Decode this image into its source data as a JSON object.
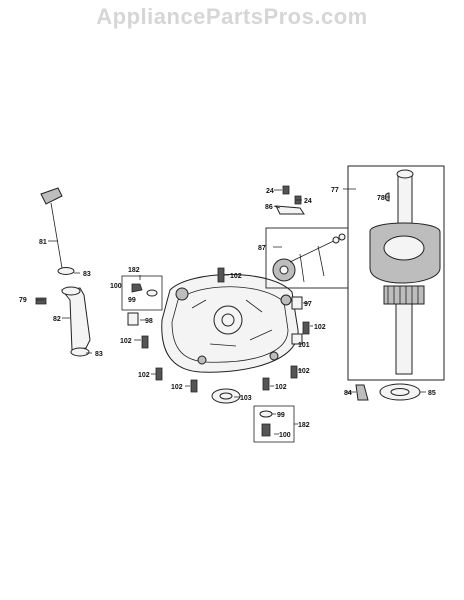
{
  "watermark": "AppliancePartsPros.com",
  "labels": {
    "p24a": "24",
    "p24b": "24",
    "p86": "86",
    "p77": "77",
    "p78": "78",
    "p81": "81",
    "p83a": "83",
    "p83b": "83",
    "p79": "79",
    "p82": "82",
    "p87": "87",
    "p182a": "182",
    "p100a": "100",
    "p99a": "99",
    "p102a": "102",
    "p97": "97",
    "p98": "98",
    "p102b": "102",
    "p102c": "102",
    "p101": "101",
    "p102d": "102",
    "p102e": "102",
    "p102f": "102",
    "p103": "103",
    "p99b": "99",
    "p182b": "182",
    "p100b": "100",
    "p84": "84",
    "p85": "85"
  }
}
